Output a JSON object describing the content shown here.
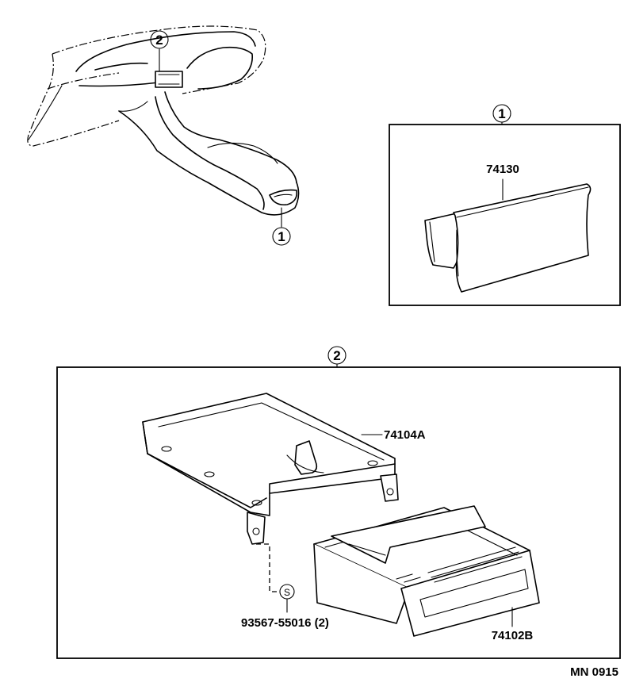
{
  "callouts": {
    "one": "1",
    "two": "2"
  },
  "parts": {
    "ashtray_cover": "74130",
    "ashtray_retainer": "74104A",
    "ashtray_inner": "74102B",
    "screw": "93567-55016 (2)",
    "screw_symbol": "S"
  },
  "diagram_code": "MN 0915"
}
